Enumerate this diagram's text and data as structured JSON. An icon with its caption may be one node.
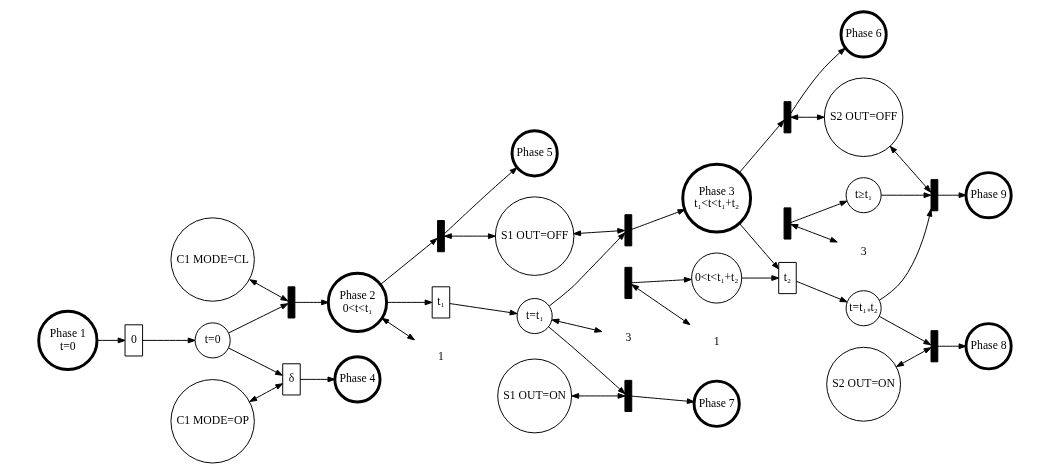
{
  "diagram": {
    "nodes": [
      {
        "text": [
          "Phase 1",
          "t=0"
        ]
      },
      {
        "text": [
          "0"
        ]
      },
      {
        "text": [
          "t=0"
        ]
      },
      {
        "text": [
          "C1 MODE=CL"
        ]
      },
      {
        "text": [],
        "shape": "bar"
      },
      {
        "text": [
          "Phase 2",
          "0<t<t₁"
        ]
      },
      {
        "text": [],
        "shape": "bar"
      },
      {
        "text": [
          "Phase 5"
        ]
      },
      {
        "text": [
          "1"
        ]
      },
      {
        "text": [
          "t₁"
        ]
      },
      {
        "text": [
          "t=t₁"
        ]
      },
      {
        "text": [
          "S1 OUT=OFF"
        ]
      },
      {
        "text": [
          "3"
        ]
      },
      {
        "text": [],
        "shape": "bar"
      },
      {
        "text": [
          "S1 OUT=ON"
        ]
      },
      {
        "text": [],
        "shape": "bar"
      },
      {
        "text": [
          "Phase 7"
        ]
      },
      {
        "text": [
          "δ"
        ]
      },
      {
        "text": [
          "C1 MODE=OP"
        ]
      },
      {
        "text": [
          "Phase 4"
        ]
      },
      {
        "text": [
          "Phase 3",
          "t₁<t<t₁+t₂"
        ]
      },
      {
        "text": [],
        "shape": "bar"
      },
      {
        "text": [
          "Phase 6"
        ]
      },
      {
        "text": [
          "0<t<t₁+t₂"
        ]
      },
      {
        "text": [],
        "shape": "bar"
      },
      {
        "text": [
          "1"
        ]
      },
      {
        "text": [
          "t₂"
        ]
      },
      {
        "text": [
          "t=t₁₊t₂"
        ]
      },
      {
        "text": [
          "S2 OUT=OFF"
        ]
      },
      {
        "text": [],
        "shape": "bar"
      },
      {
        "text": [
          "Phase 9"
        ]
      },
      {
        "text": [
          "S2 OUT=ON"
        ]
      },
      {
        "text": [],
        "shape": "bar"
      },
      {
        "text": [
          "Phase 8"
        ]
      },
      {
        "text": [
          "t≥t₁"
        ]
      },
      {
        "text": [],
        "shape": "bar"
      },
      {
        "text": [
          "3"
        ]
      }
    ],
    "edges": [
      {
        "from": 0,
        "to": 1,
        "arrow": "to"
      },
      {
        "from": 1,
        "to": 2,
        "arrow": "to"
      },
      {
        "from": 2,
        "to": 4,
        "arrow": "to"
      },
      {
        "from": 3,
        "to": 4,
        "arrow": "both"
      },
      {
        "from": 4,
        "to": 5,
        "arrow": "to"
      },
      {
        "from": 2,
        "to": 17,
        "arrow": "to"
      },
      {
        "from": 18,
        "to": 17,
        "arrow": "both"
      },
      {
        "from": 17,
        "to": 19,
        "arrow": "to"
      },
      {
        "from": 5,
        "to": 6,
        "arrow": "to"
      },
      {
        "from": 6,
        "to": 7,
        "arrow": "to"
      },
      {
        "from": 6,
        "to": 11,
        "arrow": "both"
      },
      {
        "from": 5,
        "to": 8,
        "arrow": "both"
      },
      {
        "from": 5,
        "to": 9,
        "arrow": "to"
      },
      {
        "from": 9,
        "to": 10,
        "arrow": "to"
      },
      {
        "from": 10,
        "to": 13,
        "arrow": "to"
      },
      {
        "from": 11,
        "to": 13,
        "arrow": "both"
      },
      {
        "from": 10,
        "to": 12,
        "arrow": "both"
      },
      {
        "from": 10,
        "to": 15,
        "arrow": "to"
      },
      {
        "from": 14,
        "to": 15,
        "arrow": "both"
      },
      {
        "from": 15,
        "to": 16,
        "arrow": "to"
      },
      {
        "from": 13,
        "to": 20,
        "arrow": "to"
      },
      {
        "from": 20,
        "to": 21,
        "arrow": "to"
      },
      {
        "from": 21,
        "to": 22,
        "arrow": "to"
      },
      {
        "from": 21,
        "to": 28,
        "arrow": "both"
      },
      {
        "from": 20,
        "to": 26,
        "arrow": "to"
      },
      {
        "from": 23,
        "to": 26,
        "arrow": "to"
      },
      {
        "from": 24,
        "to": 23,
        "arrow": "to"
      },
      {
        "from": 24,
        "to": 25,
        "arrow": "both"
      },
      {
        "from": 26,
        "to": 27,
        "arrow": "to"
      },
      {
        "from": 27,
        "to": 29,
        "arrow": "to"
      },
      {
        "from": 28,
        "to": 29,
        "arrow": "both"
      },
      {
        "from": 34,
        "to": 29,
        "arrow": "to"
      },
      {
        "from": 29,
        "to": 30,
        "arrow": "to"
      },
      {
        "from": 27,
        "to": 32,
        "arrow": "to"
      },
      {
        "from": 31,
        "to": 32,
        "arrow": "both"
      },
      {
        "from": 32,
        "to": 33,
        "arrow": "to"
      },
      {
        "from": 35,
        "to": 34,
        "arrow": "to"
      },
      {
        "from": 35,
        "to": 36,
        "arrow": "both"
      }
    ]
  }
}
